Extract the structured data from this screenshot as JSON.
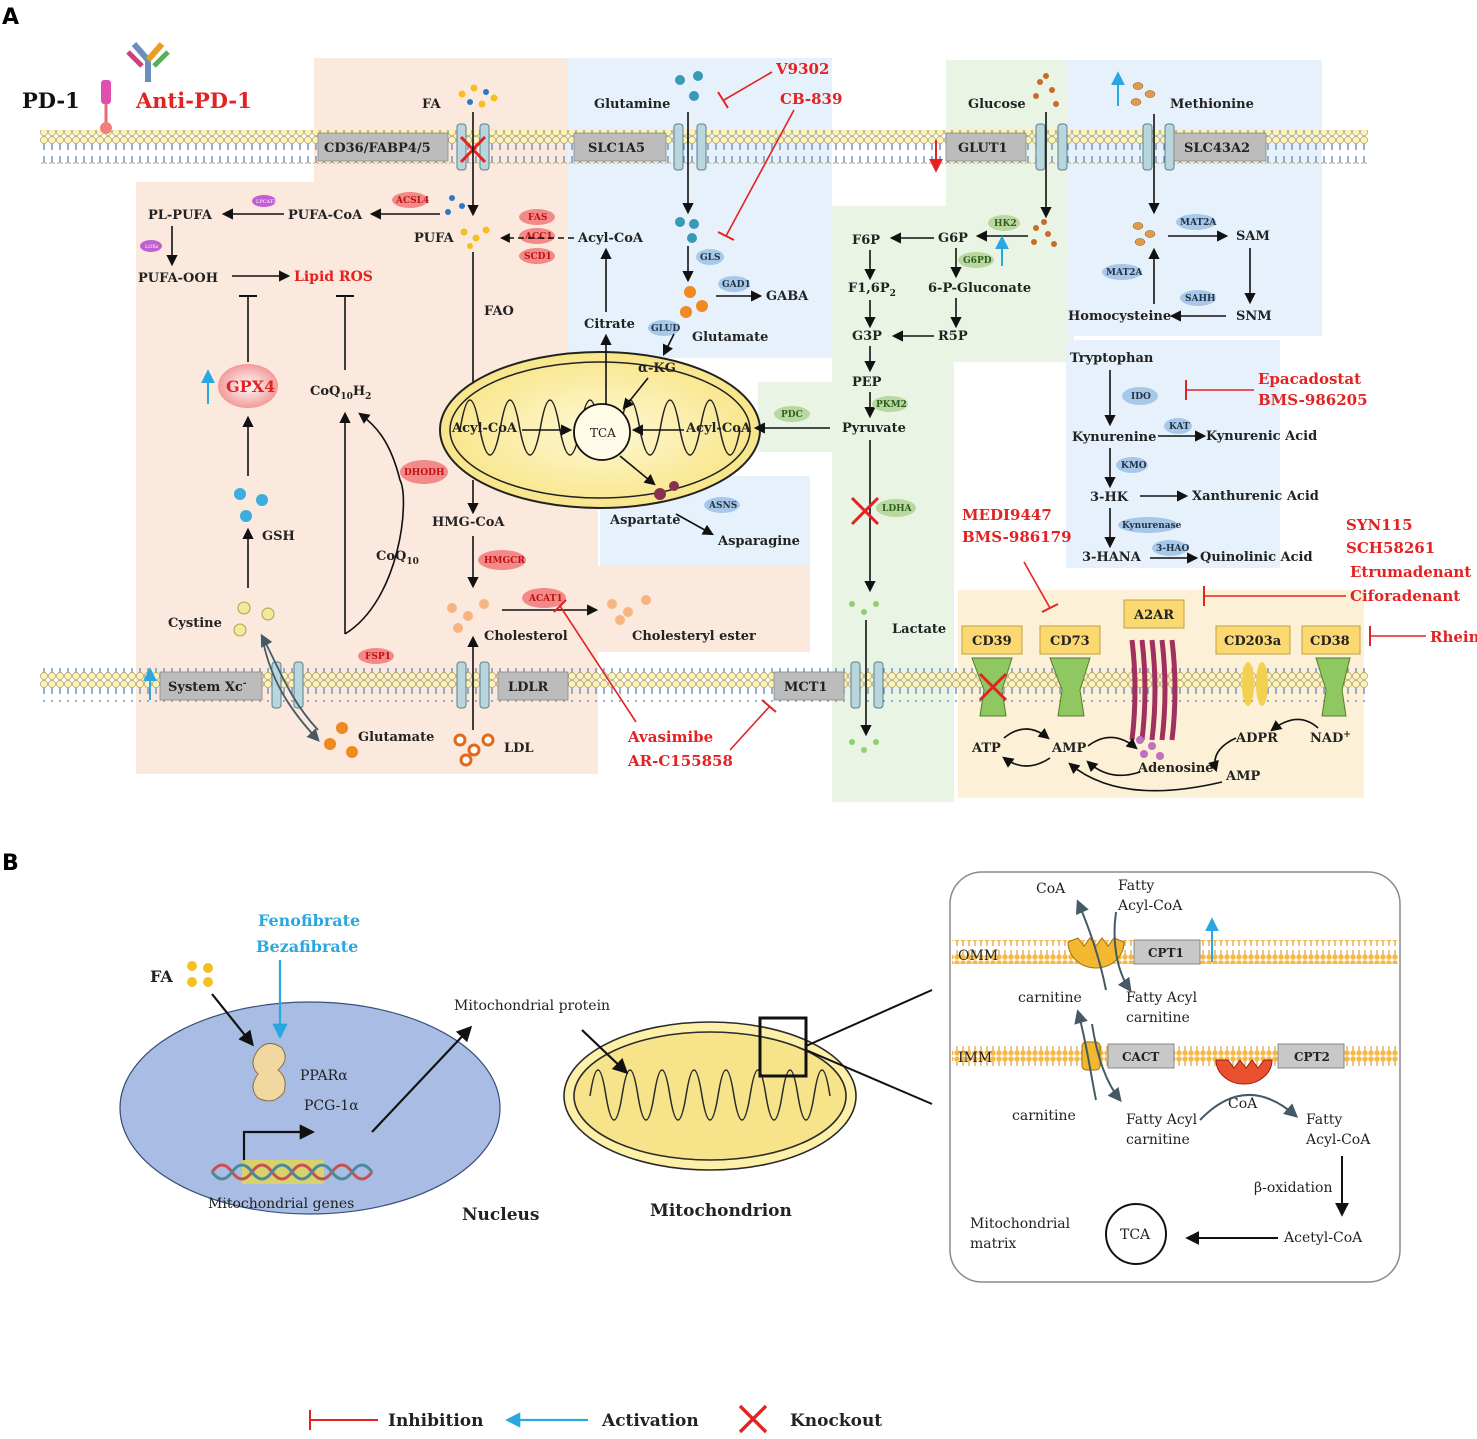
{
  "panels": {
    "a": "A",
    "b": "B"
  },
  "colors": {
    "inhibition": "#e32222",
    "activation": "#2aa7e0",
    "lipid_bg": "#fbe9dd",
    "glut_bg": "#e6f1fb",
    "glyco_bg": "#e9f4e4",
    "adeno_bg": "#fcf0d6"
  },
  "top": {
    "pd1": "PD-1",
    "anti_pd1": "Anti-PD-1"
  },
  "membrane": {
    "cd36": "CD36/FABP4/5",
    "slc1a5": "SLC1A5",
    "glut1": "GLUT1",
    "slc43a2": "SLC43A2",
    "systemxc": "System Xc",
    "systemxc_sup": "-",
    "ldlr": "LDLR",
    "mct1": "MCT1"
  },
  "metabolites": {
    "fa": "FA",
    "glutamine": "Glutamine",
    "glucose": "Glucose",
    "methionine": "Methionine",
    "pl_pufa": "PL-PUFA",
    "pufa_coa": "PUFA-CoA",
    "pufa": "PUFA",
    "acyl_coa_cyto": "Acyl-CoA",
    "pufa_ooh": "PUFA-OOH",
    "lipid_ros": "Lipid ROS",
    "fao": "FAO",
    "citrate": "Citrate",
    "gaba": "GABA",
    "glutamate_in": "Glutamate",
    "akg": "α-KG",
    "acyl_coa_mito1": "Acyl-CoA",
    "tca": "TCA",
    "acyl_coa_mito2": "Acyl-CoA",
    "gpx4": "GPX4",
    "coq10h2": "CoQ",
    "coq10h2_sub": "10",
    "coq10h2_h": "H",
    "coq10h2_h_sub": "2",
    "aspartate": "Aspartate",
    "asparagine": "Asparagine",
    "hmg_coa": "HMG-CoA",
    "gsh": "GSH",
    "coq10": "CoQ",
    "coq10_sub": "10",
    "cholesterol": "Cholesterol",
    "cholesteryl_ester": "Cholesteryl ester",
    "cystine": "Cystine",
    "glutamate_out": "Glutamate",
    "ldl": "LDL",
    "f6p": "F6P",
    "g6p": "G6P",
    "f16p2": "F1,6P",
    "f16p2_sub": "2",
    "gluconate": "6-P-Gluconate",
    "g3p": "G3P",
    "r5p": "R5P",
    "pep": "PEP",
    "pyruvate": "Pyruvate",
    "lactate": "Lactate",
    "sam": "SAM",
    "snm": "SNM",
    "homocysteine": "Homocysteine",
    "tryptophan": "Tryptophan",
    "kynurenine": "Kynurenine",
    "kynurenic_acid": "Kynurenic Acid",
    "hk3": "3-HK",
    "xanthurenic": "Xanthurenic Acid",
    "hana": "3-HANA",
    "quinolinic": "Quinolinic Acid",
    "atp": "ATP",
    "amp1": "AMP",
    "adenosine": "Adenosine",
    "amp2": "AMP",
    "adpr": "ADPR",
    "nad": "NAD",
    "nad_sup": "+"
  },
  "enzymes": {
    "lpcat3": "LPCAT3",
    "lox": "LOXs",
    "acsl4": "ACSL4",
    "fas": "FAS",
    "acc1": "ACC1",
    "scd1": "SCD1",
    "gls": "GLS",
    "gad1": "GAD1",
    "glud": "GLUD",
    "dhodh": "DHODH",
    "asns": "ASNS",
    "hmgcr": "HMGCR",
    "acat1": "ACAT1",
    "fsp1": "FSP1",
    "hk2": "HK2",
    "g6pd": "G6PD",
    "pdc": "PDC",
    "pkm2": "PKM2",
    "ldha": "LDHA",
    "mat2a_1": "MAT2A",
    "mat2a_2": "MAT2A",
    "sahh": "SAHH",
    "ido": "IDO",
    "kat": "KAT",
    "kmo": "KMO",
    "kynurenase": "Kynurenase",
    "hao": "3-HAO"
  },
  "receptors": {
    "cd39": "CD39",
    "cd73": "CD73",
    "a2ar": "A2AR",
    "cd203a": "CD203a",
    "cd38": "CD38"
  },
  "drugs": {
    "v9302": "V9302",
    "cb839": "CB-839",
    "epacadostat": "Epacadostat",
    "bms986205": "BMS-986205",
    "medi9447": "MEDI9447",
    "bms986179": "BMS-986179",
    "syn115": "SYN115",
    "sch58261": "SCH58261",
    "etrumadenant": "Etrumadenant",
    "ciforadenant": "Ciforadenant",
    "rhein": "Rhein",
    "avasimibe": "Avasimibe",
    "arc155858": "AR-C155858"
  },
  "panelB": {
    "fa": "FA",
    "fenofibrate": "Fenofibrate",
    "bezafibrate": "Bezafibrate",
    "ppara": "PPARα",
    "pgc1a": "PCG-1α",
    "mito_genes": "Mitochondrial genes",
    "nucleus": "Nucleus",
    "mito_protein": "Mitochondrial protein",
    "mitochondrion": "Mitochondrion",
    "coa_top": "CoA",
    "fatty_acyl_coa_top1": "Fatty",
    "fatty_acyl_coa_top2": "Acyl-CoA",
    "omm": "OMM",
    "cpt1": "CPT1",
    "carnitine1": "carnitine",
    "fatty_acyl_carn1a": "Fatty Acyl",
    "fatty_acyl_carn1b": "carnitine",
    "imm": "IMM",
    "cact": "CACT",
    "cpt2": "CPT2",
    "carnitine2": "carnitine",
    "fatty_acyl_carn2a": "Fatty Acyl",
    "fatty_acyl_carn2b": "carnitine",
    "coa_mid": "CoA",
    "fatty_acyl_coa_bot1": "Fatty",
    "fatty_acyl_coa_bot2": "Acyl-CoA",
    "beta_ox": "β-oxidation",
    "matrix1": "Mitochondrial",
    "matrix2": "matrix",
    "tca": "TCA",
    "acetyl_coa": "Acetyl-CoA"
  },
  "legend": {
    "inhibition": "Inhibition",
    "activation": "Activation",
    "knockout": "Knockout"
  }
}
